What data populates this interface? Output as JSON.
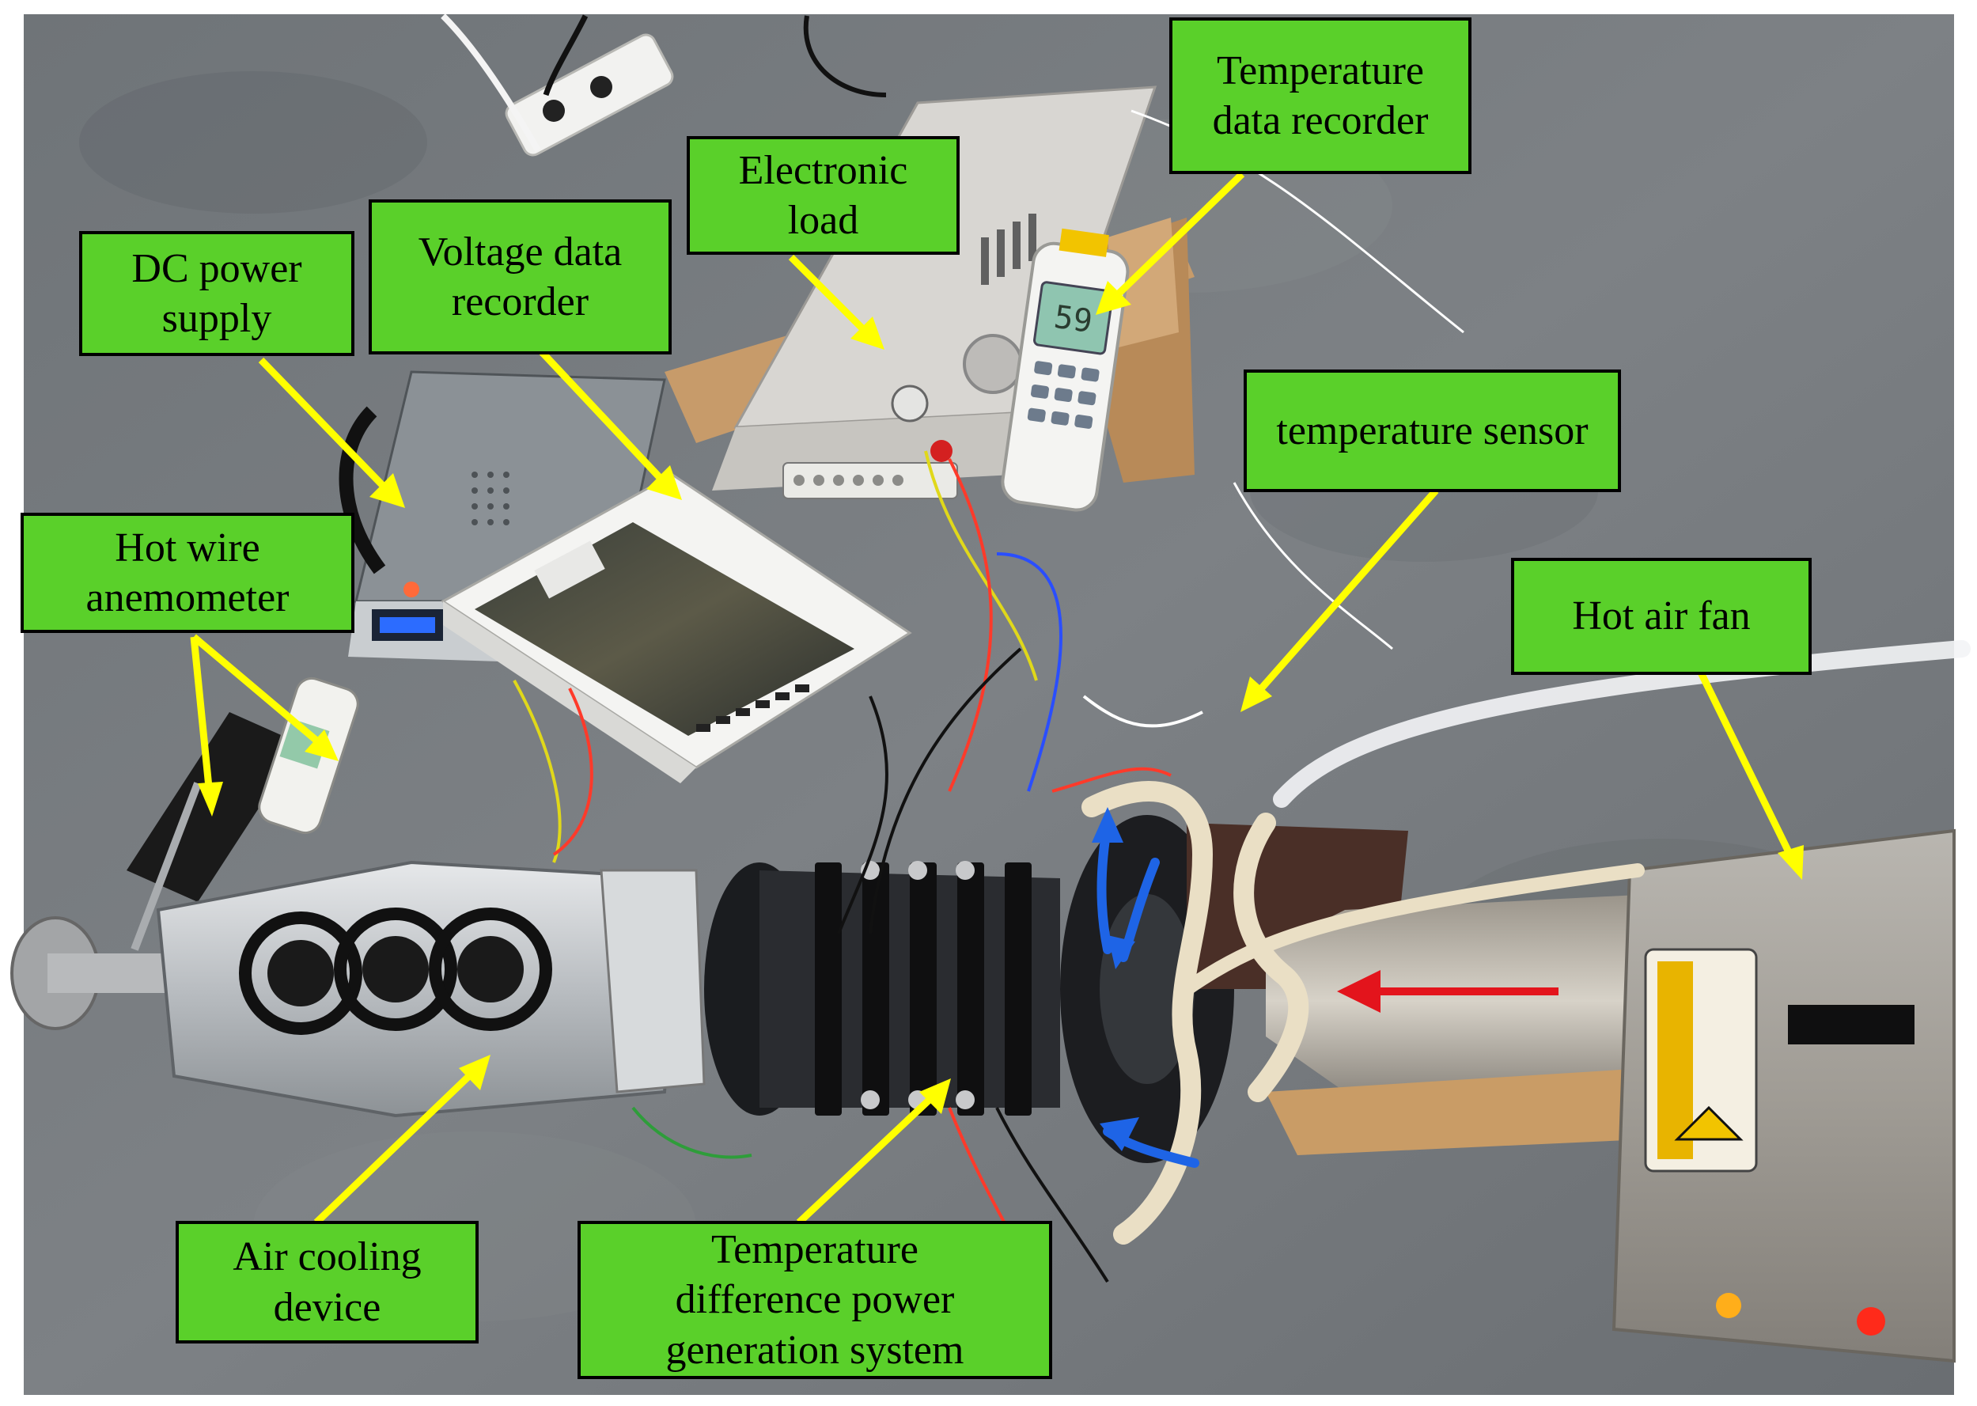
{
  "figure": {
    "type": "annotated photograph",
    "subject": "laboratory experimental setup",
    "colors": {
      "label_fill": "#5ad02a",
      "label_border": "#000000",
      "pointer_arrow": "#ffff00",
      "hot_flow_arrow": "#e3141c",
      "cooling_flow_arrow": "#1e64e6"
    }
  },
  "labels": {
    "temperature_data_recorder": "Temperature\ndata recorder",
    "electronic_load": "Electronic\nload",
    "dc_power_supply": "DC power\nsupply",
    "voltage_data_recorder": "Voltage data\nrecorder",
    "temperature_sensor": "temperature sensor",
    "hot_wire_anemometer": "Hot wire\nanemometer",
    "hot_air_fan": "Hot air fan",
    "air_cooling_device": "Air cooling\ndevice",
    "teg_system": "Temperature\ndifference power\ngeneration system"
  },
  "device_markings": {
    "meter_display": "59"
  }
}
